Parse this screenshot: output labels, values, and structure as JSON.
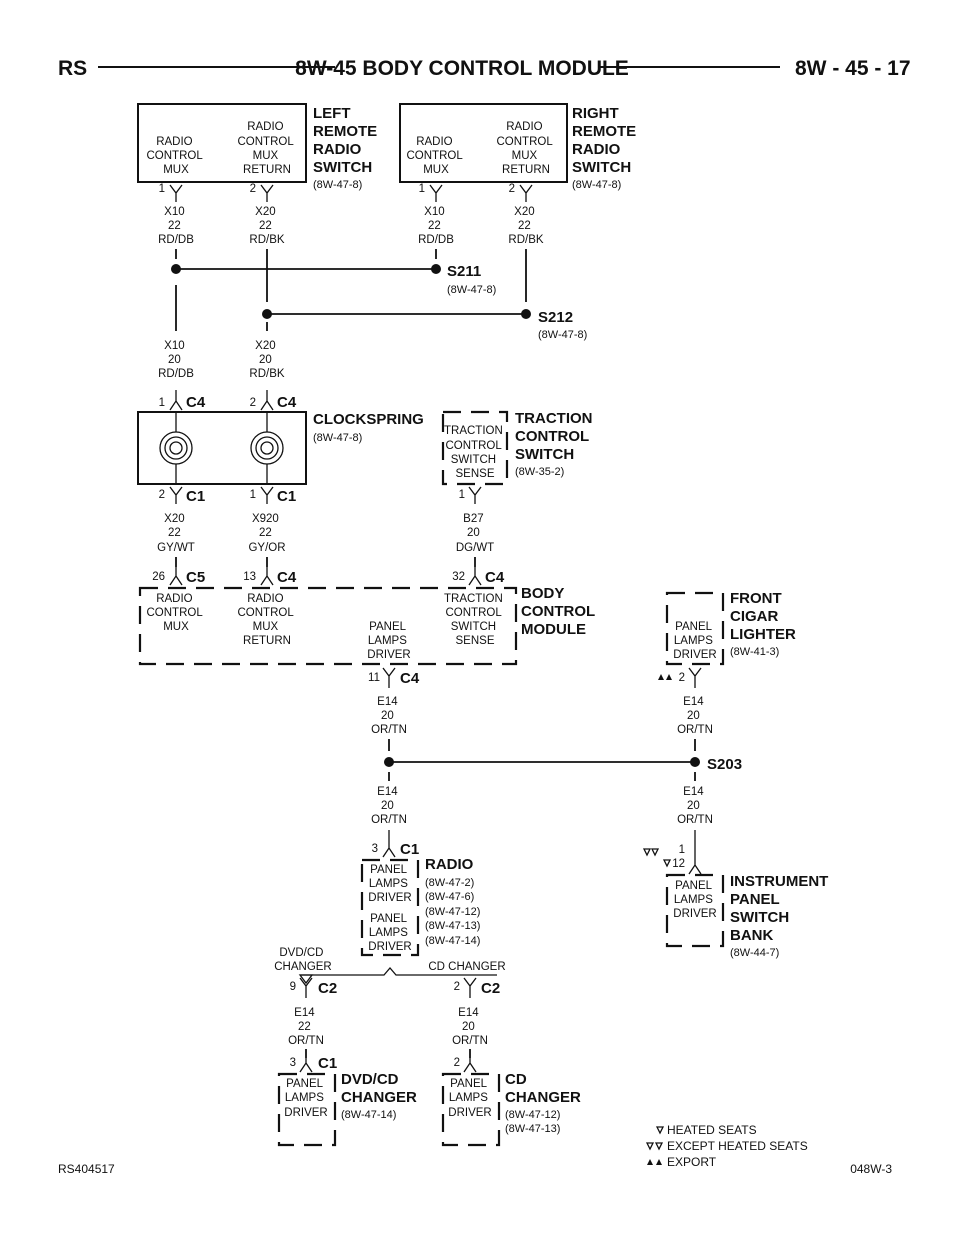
{
  "header": {
    "left": "RS",
    "title": "8W-45 BODY CONTROL MODULE",
    "page": "8W - 45 - 17"
  },
  "footer": {
    "left_id": "RS404517",
    "right_id": "048W-3"
  },
  "components": {
    "left_switch": {
      "title": [
        "LEFT",
        "REMOTE",
        "RADIO",
        "SWITCH"
      ],
      "ref": "(8W-47-8)",
      "pin1": [
        "RADIO",
        "CONTROL",
        "MUX"
      ],
      "pin2": [
        "RADIO",
        "CONTROL",
        "MUX",
        "RETURN"
      ]
    },
    "right_switch": {
      "title": [
        "RIGHT",
        "REMOTE",
        "RADIO",
        "SWITCH"
      ],
      "ref": "(8W-47-8)",
      "pin1": [
        "RADIO",
        "CONTROL",
        "MUX"
      ],
      "pin2": [
        "RADIO",
        "CONTROL",
        "MUX",
        "RETURN"
      ]
    },
    "clockspring": {
      "title": "CLOCKSPRING",
      "ref": "(8W-47-8)"
    },
    "traction": {
      "title": [
        "TRACTION",
        "CONTROL",
        "SWITCH"
      ],
      "ref": "(8W-35-2)",
      "pin": [
        "TRACTION",
        "CONTROL",
        "SWITCH",
        "SENSE"
      ]
    },
    "bcm": {
      "title": [
        "BODY",
        "CONTROL",
        "MODULE"
      ],
      "p1": [
        "RADIO",
        "CONTROL",
        "MUX"
      ],
      "p2": [
        "RADIO",
        "CONTROL",
        "MUX",
        "RETURN"
      ],
      "p3": [
        "PANEL",
        "LAMPS",
        "DRIVER"
      ],
      "p4": [
        "TRACTION",
        "CONTROL",
        "SWITCH",
        "SENSE"
      ]
    },
    "cigar": {
      "title": [
        "FRONT",
        "CIGAR",
        "LIGHTER"
      ],
      "ref": "(8W-41-3)",
      "pin": [
        "PANEL",
        "LAMPS",
        "DRIVER"
      ]
    },
    "radio": {
      "title": "RADIO",
      "refs": [
        "(8W-47-2)",
        "(8W-47-6)",
        "(8W-47-12)",
        "(8W-47-13)",
        "(8W-47-14)"
      ],
      "pin_a": [
        "PANEL",
        "LAMPS",
        "DRIVER"
      ],
      "pin_b": [
        "PANEL",
        "LAMPS",
        "DRIVER"
      ],
      "label_dvd": [
        "DVD/CD",
        "CHANGER"
      ],
      "label_cd": "CD CHANGER"
    },
    "ipsb": {
      "title": [
        "INSTRUMENT",
        "PANEL",
        "SWITCH",
        "BANK"
      ],
      "ref": "(8W-44-7)",
      "pin": [
        "PANEL",
        "LAMPS",
        "DRIVER"
      ]
    },
    "dvd": {
      "title": [
        "DVD/CD",
        "CHANGER"
      ],
      "ref": "(8W-47-14)",
      "pin": [
        "PANEL",
        "LAMPS",
        "DRIVER"
      ]
    },
    "cd": {
      "title": [
        "CD",
        "CHANGER"
      ],
      "refs": [
        "(8W-47-12)",
        "(8W-47-13)"
      ],
      "pin": [
        "PANEL",
        "LAMPS",
        "DRIVER"
      ]
    }
  },
  "wires": {
    "w_x10_22": [
      "X10",
      "22",
      "RD/DB"
    ],
    "w_x20_22": [
      "X20",
      "22",
      "RD/BK"
    ],
    "w_x10_20": [
      "X10",
      "20",
      "RD/DB"
    ],
    "w_x20_20": [
      "X20",
      "20",
      "RD/BK"
    ],
    "w_x20_gy": [
      "X20",
      "22",
      "GY/WT"
    ],
    "w_x920": [
      "X920",
      "22",
      "GY/OR"
    ],
    "w_b27": [
      "B27",
      "20",
      "DG/WT"
    ],
    "w_e14_20": [
      "E14",
      "20",
      "OR/TN"
    ],
    "w_e14_22": [
      "E14",
      "22",
      "OR/TN"
    ]
  },
  "splices": {
    "s211": {
      "name": "S211",
      "ref": "(8W-47-8)"
    },
    "s212": {
      "name": "S212",
      "ref": "(8W-47-8)"
    },
    "s203": {
      "name": "S203"
    }
  },
  "connectors": {
    "c1": "C1",
    "c2": "C2",
    "c4": "C4",
    "c5": "C5"
  },
  "pins": {
    "p1": "1",
    "p2": "2",
    "p3": "3",
    "p9": "9",
    "p11": "11",
    "p12": "12",
    "p13": "13",
    "p26": "26",
    "p32": "32"
  },
  "legend": [
    {
      "symbol": "open-triangle-single",
      "text": "HEATED SEATS"
    },
    {
      "symbol": "open-triangle-double",
      "text": "EXCEPT HEATED SEATS"
    },
    {
      "symbol": "filled-triangle-double",
      "text": "EXPORT"
    }
  ]
}
